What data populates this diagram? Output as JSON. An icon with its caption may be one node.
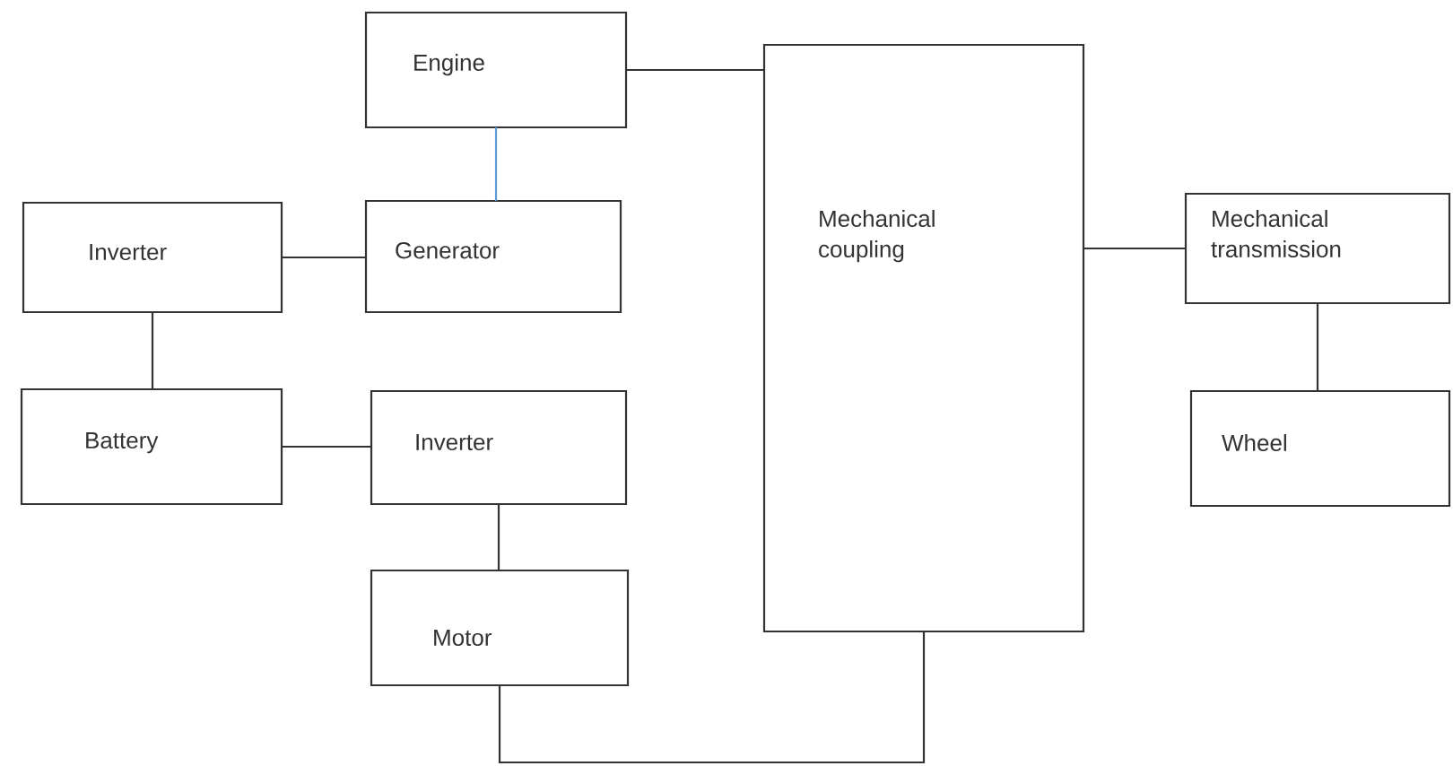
{
  "diagram": {
    "nodes": [
      {
        "text": [
          "Engine"
        ]
      },
      {
        "text": [
          "Inverter"
        ]
      },
      {
        "text": [
          "Generator"
        ]
      },
      {
        "text": [
          "Mechanical coupling"
        ]
      },
      {
        "text": [
          "Mechanical transmission"
        ]
      },
      {
        "text": [
          "Battery"
        ]
      },
      {
        "text": [
          "Inverter"
        ]
      },
      {
        "text": [
          "Wheel"
        ]
      },
      {
        "text": [
          "Motor"
        ]
      }
    ],
    "edges": [
      {
        "from": 0,
        "to": 3,
        "arrow": "none"
      },
      {
        "from": 0,
        "to": 2,
        "arrow": "none",
        "color": "#5b9bd5"
      },
      {
        "from": 1,
        "to": 2,
        "arrow": "none"
      },
      {
        "from": 1,
        "to": 5,
        "arrow": "none"
      },
      {
        "from": 3,
        "to": 4,
        "arrow": "none"
      },
      {
        "from": 4,
        "to": 7,
        "arrow": "none"
      },
      {
        "from": 5,
        "to": 6,
        "arrow": "none"
      },
      {
        "from": 6,
        "to": 8,
        "arrow": "none"
      },
      {
        "from": 8,
        "to": 3,
        "arrow": "none"
      }
    ]
  }
}
